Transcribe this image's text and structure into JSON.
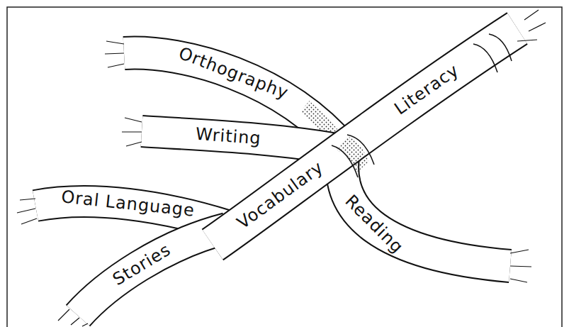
{
  "diagram": {
    "labels": [
      "Orthography",
      "Writing",
      "Oral Language",
      "Stories",
      "Vocabulary",
      "Literacy",
      "Reading"
    ]
  }
}
